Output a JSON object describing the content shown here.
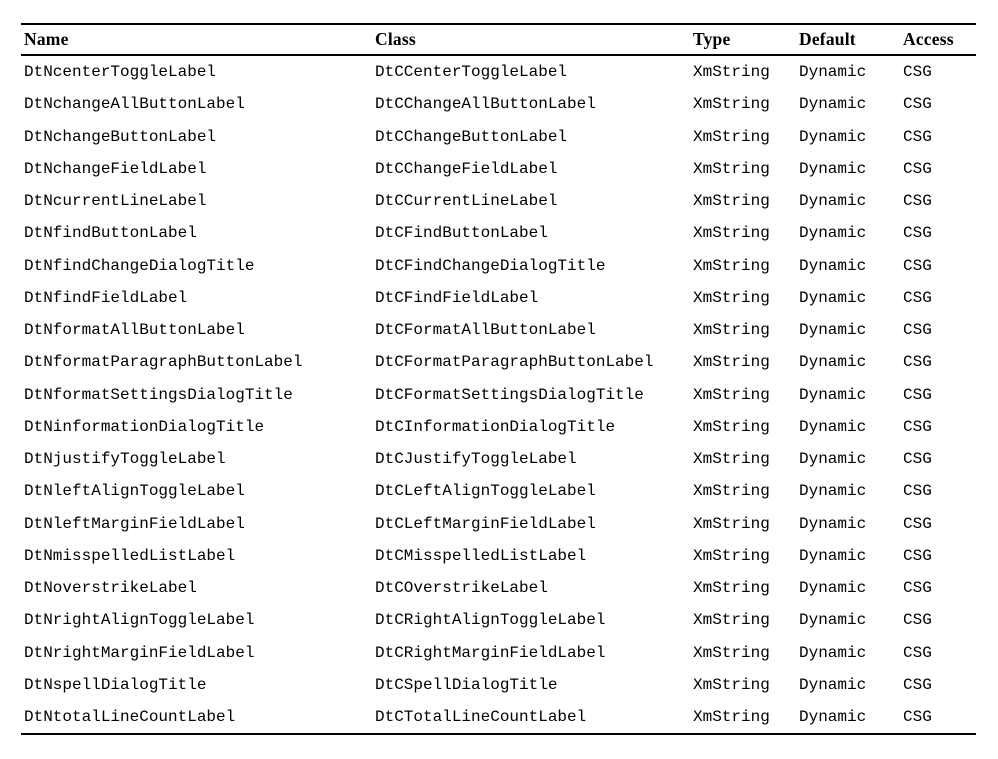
{
  "colors": {
    "background": "#ffffff",
    "text": "#000000",
    "rule": "#000000"
  },
  "table": {
    "columns": [
      {
        "key": "name",
        "label": "Name"
      },
      {
        "key": "class",
        "label": "Class"
      },
      {
        "key": "type",
        "label": "Type"
      },
      {
        "key": "default",
        "label": "Default"
      },
      {
        "key": "access",
        "label": "Access"
      }
    ],
    "rows": [
      {
        "name": "DtNcenterToggleLabel",
        "class": "DtCCenterToggleLabel",
        "type": "XmString",
        "default": "Dynamic",
        "access": "CSG"
      },
      {
        "name": "DtNchangeAllButtonLabel",
        "class": "DtCChangeAllButtonLabel",
        "type": "XmString",
        "default": "Dynamic",
        "access": "CSG"
      },
      {
        "name": "DtNchangeButtonLabel",
        "class": "DtCChangeButtonLabel",
        "type": "XmString",
        "default": "Dynamic",
        "access": "CSG"
      },
      {
        "name": "DtNchangeFieldLabel",
        "class": "DtCChangeFieldLabel",
        "type": "XmString",
        "default": "Dynamic",
        "access": "CSG"
      },
      {
        "name": "DtNcurrentLineLabel",
        "class": "DtCCurrentLineLabel",
        "type": "XmString",
        "default": "Dynamic",
        "access": "CSG"
      },
      {
        "name": "DtNfindButtonLabel",
        "class": "DtCFindButtonLabel",
        "type": "XmString",
        "default": "Dynamic",
        "access": "CSG"
      },
      {
        "name": "DtNfindChangeDialogTitle",
        "class": "DtCFindChangeDialogTitle",
        "type": "XmString",
        "default": "Dynamic",
        "access": "CSG"
      },
      {
        "name": "DtNfindFieldLabel",
        "class": "DtCFindFieldLabel",
        "type": "XmString",
        "default": "Dynamic",
        "access": "CSG"
      },
      {
        "name": "DtNformatAllButtonLabel",
        "class": "DtCFormatAllButtonLabel",
        "type": "XmString",
        "default": "Dynamic",
        "access": "CSG"
      },
      {
        "name": "DtNformatParagraphButtonLabel",
        "class": "DtCFormatParagraphButtonLabel",
        "type": "XmString",
        "default": "Dynamic",
        "access": "CSG"
      },
      {
        "name": "DtNformatSettingsDialogTitle",
        "class": "DtCFormatSettingsDialogTitle",
        "type": "XmString",
        "default": "Dynamic",
        "access": "CSG"
      },
      {
        "name": "DtNinformationDialogTitle",
        "class": "DtCInformationDialogTitle",
        "type": "XmString",
        "default": "Dynamic",
        "access": "CSG"
      },
      {
        "name": "DtNjustifyToggleLabel",
        "class": "DtCJustifyToggleLabel",
        "type": "XmString",
        "default": "Dynamic",
        "access": "CSG"
      },
      {
        "name": "DtNleftAlignToggleLabel",
        "class": "DtCLeftAlignToggleLabel",
        "type": "XmString",
        "default": "Dynamic",
        "access": "CSG"
      },
      {
        "name": "DtNleftMarginFieldLabel",
        "class": "DtCLeftMarginFieldLabel",
        "type": "XmString",
        "default": "Dynamic",
        "access": "CSG"
      },
      {
        "name": "DtNmisspelledListLabel",
        "class": "DtCMisspelledListLabel",
        "type": "XmString",
        "default": "Dynamic",
        "access": "CSG"
      },
      {
        "name": "DtNoverstrikeLabel",
        "class": "DtCOverstrikeLabel",
        "type": "XmString",
        "default": "Dynamic",
        "access": "CSG"
      },
      {
        "name": "DtNrightAlignToggleLabel",
        "class": "DtCRightAlignToggleLabel",
        "type": "XmString",
        "default": "Dynamic",
        "access": "CSG"
      },
      {
        "name": "DtNrightMarginFieldLabel",
        "class": "DtCRightMarginFieldLabel",
        "type": "XmString",
        "default": "Dynamic",
        "access": "CSG"
      },
      {
        "name": "DtNspellDialogTitle",
        "class": "DtCSpellDialogTitle",
        "type": "XmString",
        "default": "Dynamic",
        "access": "CSG"
      },
      {
        "name": "DtNtotalLineCountLabel",
        "class": "DtCTotalLineCountLabel",
        "type": "XmString",
        "default": "Dynamic",
        "access": "CSG"
      }
    ]
  }
}
